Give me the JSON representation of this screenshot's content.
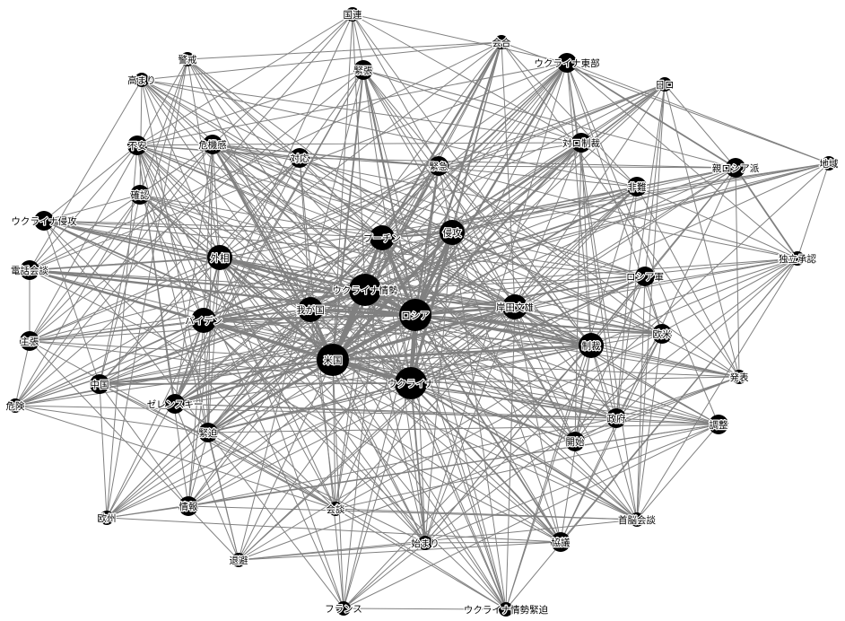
{
  "nodes": [
    {
      "id": "国連",
      "label": "国連",
      "weight": 1
    },
    {
      "id": "会合",
      "label": "会合",
      "weight": 1
    },
    {
      "id": "警戒",
      "label": "警戒",
      "weight": 1
    },
    {
      "id": "緊張",
      "label": "緊張",
      "weight": 2
    },
    {
      "id": "ウクライナ東部",
      "label": "ウクライナ東部",
      "weight": 2
    },
    {
      "id": "高まり",
      "label": "高まり",
      "weight": 1
    },
    {
      "id": "日ロ",
      "label": "日ロ",
      "weight": 1
    },
    {
      "id": "不安",
      "label": "不安",
      "weight": 2
    },
    {
      "id": "危機感",
      "label": "危機感",
      "weight": 2
    },
    {
      "id": "対ロ制裁",
      "label": "対ロ制裁",
      "weight": 2
    },
    {
      "id": "対応",
      "label": "対応",
      "weight": 2
    },
    {
      "id": "緊急",
      "label": "緊急",
      "weight": 2
    },
    {
      "id": "親ロシア派",
      "label": "親ロシア派",
      "weight": 2
    },
    {
      "id": "地域",
      "label": "地域",
      "weight": 1
    },
    {
      "id": "非難",
      "label": "非難",
      "weight": 2
    },
    {
      "id": "確認",
      "label": "確認",
      "weight": 2
    },
    {
      "id": "ウクライナ侵攻",
      "label": "ウクライナ侵攻",
      "weight": 2
    },
    {
      "id": "プーチン",
      "label": "プーチン",
      "weight": 3
    },
    {
      "id": "侵攻",
      "label": "侵攻",
      "weight": 3
    },
    {
      "id": "外相",
      "label": "外相",
      "weight": 3
    },
    {
      "id": "独立承認",
      "label": "独立承認",
      "weight": 1
    },
    {
      "id": "電話会談",
      "label": "電話会談",
      "weight": 2
    },
    {
      "id": "ロシア軍",
      "label": "ロシア軍",
      "weight": 2
    },
    {
      "id": "ウクライナ情勢",
      "label": "ウクライナ情勢",
      "weight": 4
    },
    {
      "id": "我が国",
      "label": "我が国",
      "weight": 3
    },
    {
      "id": "岸田文雄",
      "label": "岸田文雄",
      "weight": 3
    },
    {
      "id": "ロシア",
      "label": "ロシア",
      "weight": 4
    },
    {
      "id": "バイデン",
      "label": "バイデン",
      "weight": 3
    },
    {
      "id": "主張",
      "label": "主張",
      "weight": 2
    },
    {
      "id": "欧米",
      "label": "欧米",
      "weight": 2
    },
    {
      "id": "制裁",
      "label": "制裁",
      "weight": 3
    },
    {
      "id": "米国",
      "label": "米国",
      "weight": 4
    },
    {
      "id": "発表",
      "label": "発表",
      "weight": 1
    },
    {
      "id": "中国",
      "label": "中国",
      "weight": 2
    },
    {
      "id": "ウクライナ",
      "label": "ウクライナ",
      "weight": 4
    },
    {
      "id": "危険",
      "label": "危険",
      "weight": 1
    },
    {
      "id": "ゼレンスキー",
      "label": "ゼレンスキー",
      "weight": 2
    },
    {
      "id": "政府",
      "label": "政府",
      "weight": 2
    },
    {
      "id": "調整",
      "label": "調整",
      "weight": 2
    },
    {
      "id": "緊迫",
      "label": "緊迫",
      "weight": 2
    },
    {
      "id": "開始",
      "label": "開始",
      "weight": 2
    },
    {
      "id": "会談",
      "label": "会談",
      "weight": 1
    },
    {
      "id": "欧州",
      "label": "欧州",
      "weight": 1
    },
    {
      "id": "情報",
      "label": "情報",
      "weight": 2
    },
    {
      "id": "首脳会談",
      "label": "首脳会談",
      "weight": 1
    },
    {
      "id": "始まり",
      "label": "始まり",
      "weight": 1
    },
    {
      "id": "協議",
      "label": "協議",
      "weight": 2
    },
    {
      "id": "退避",
      "label": "退避",
      "weight": 1
    },
    {
      "id": "フランス",
      "label": "フランス",
      "weight": 1
    },
    {
      "id": "ウクライナ情勢緊迫",
      "label": "ウクライナ情勢緊迫",
      "weight": 1
    }
  ],
  "hubs": [
    "ロシア",
    "米国",
    "ウクライナ",
    "ウクライナ情勢",
    "我が国",
    "プーチン",
    "侵攻",
    "外相",
    "バイデン",
    "岸田文雄",
    "制裁"
  ],
  "strong_edges": [
    [
      "ロシア",
      "米国",
      5
    ],
    [
      "ロシア",
      "ウクライナ",
      5
    ],
    [
      "米国",
      "ウクライナ",
      5
    ],
    [
      "ロシア",
      "ウクライナ情勢",
      4.5
    ],
    [
      "米国",
      "ウクライナ情勢",
      4.5
    ],
    [
      "ロシア",
      "侵攻",
      4.5
    ],
    [
      "米国",
      "侵攻",
      4
    ],
    [
      "米国",
      "プーチン",
      4
    ],
    [
      "ロシア",
      "プーチン",
      4
    ],
    [
      "米国",
      "我が国",
      3.5
    ],
    [
      "ロシア",
      "我が国",
      3.5
    ],
    [
      "ウクライナ",
      "侵攻",
      3.5
    ],
    [
      "米国",
      "バイデン",
      3.5
    ],
    [
      "ロシア",
      "バイデン",
      3
    ],
    [
      "米国",
      "外相",
      3
    ],
    [
      "ロシア",
      "外相",
      3
    ],
    [
      "米国",
      "岸田文雄",
      3
    ],
    [
      "ロシア",
      "岸田文雄",
      3
    ],
    [
      "米国",
      "制裁",
      3
    ],
    [
      "ロシア",
      "制裁",
      3
    ],
    [
      "ウクライナ情勢",
      "我が国",
      3
    ],
    [
      "ウクライナ情勢",
      "外相",
      2.5
    ],
    [
      "ウクライナ情勢",
      "バイデン",
      2.5
    ],
    [
      "プーチン",
      "侵攻",
      2.5
    ],
    [
      "米国",
      "ゼレンスキー",
      2.5
    ],
    [
      "ロシア",
      "ゼレンスキー",
      2.5
    ],
    [
      "米国",
      "緊迫",
      2.5
    ],
    [
      "米国",
      "危機感",
      2.5
    ],
    [
      "ロシア",
      "緊急",
      2.5
    ],
    [
      "米国",
      "緊急",
      2.5
    ],
    [
      "ロシア",
      "会合",
      2.5
    ],
    [
      "プーチン",
      "会合",
      2.5
    ],
    [
      "ロシア",
      "ウクライナ東部",
      2.5
    ],
    [
      "ロシア",
      "対ロ制裁",
      2.5
    ],
    [
      "米国",
      "電話会談",
      2.5
    ],
    [
      "ウクライナ",
      "電話会談",
      2.5
    ],
    [
      "ロシア",
      "電話会談",
      2.5
    ],
    [
      "ウクライナ",
      "中国",
      2
    ],
    [
      "米国",
      "中国",
      2
    ],
    [
      "米国",
      "外相",
      2
    ],
    [
      "ウクライナ",
      "協議",
      2
    ],
    [
      "ロシア",
      "協議",
      2
    ],
    [
      "ウクライナ",
      "首脳会談",
      2
    ],
    [
      "米国",
      "確認",
      2
    ],
    [
      "バイデン",
      "外相",
      2
    ],
    [
      "ウクライナ東部",
      "親ロシア派",
      2
    ],
    [
      "親ロシア派",
      "独立承認",
      2
    ],
    [
      "ウクライナ",
      "始まり",
      2
    ],
    [
      "ウクライナ",
      "政府",
      2
    ],
    [
      "ロシア",
      "ロシア軍",
      2
    ],
    [
      "ロシア",
      "欧米",
      2
    ],
    [
      "ウクライナ",
      "ロシア軍",
      2
    ],
    [
      "ウクライナ侵攻",
      "ウクライナ",
      2
    ],
    [
      "ウクライナ侵攻",
      "ロシア",
      2
    ],
    [
      "電話会談",
      "外相",
      2
    ],
    [
      "電話会談",
      "岸田文雄",
      2
    ],
    [
      "ロシア",
      "非難",
      2
    ],
    [
      "米国",
      "緊張",
      2
    ],
    [
      "ロシア",
      "緊張",
      2
    ],
    [
      "ウクライナ",
      "緊迫",
      2
    ],
    [
      "岸田文雄",
      "制裁",
      2
    ],
    [
      "バイデン",
      "ゼレンスキー",
      2
    ]
  ]
}
